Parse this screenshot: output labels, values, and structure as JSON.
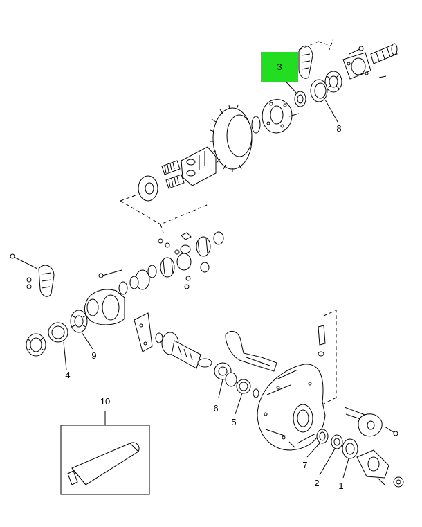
{
  "callouts": [
    {
      "id": "1",
      "label": "1"
    },
    {
      "id": "2",
      "label": "2"
    },
    {
      "id": "3",
      "label": "3"
    },
    {
      "id": "4",
      "label": "4"
    },
    {
      "id": "5",
      "label": "5"
    },
    {
      "id": "6",
      "label": "6"
    },
    {
      "id": "7",
      "label": "7"
    },
    {
      "id": "8",
      "label": "8"
    },
    {
      "id": "9",
      "label": "9"
    },
    {
      "id": "10",
      "label": "10"
    }
  ],
  "highlight": {
    "callout": "3",
    "color": "#22dd22"
  },
  "colors": {
    "line": "#000000",
    "background": "#ffffff"
  }
}
